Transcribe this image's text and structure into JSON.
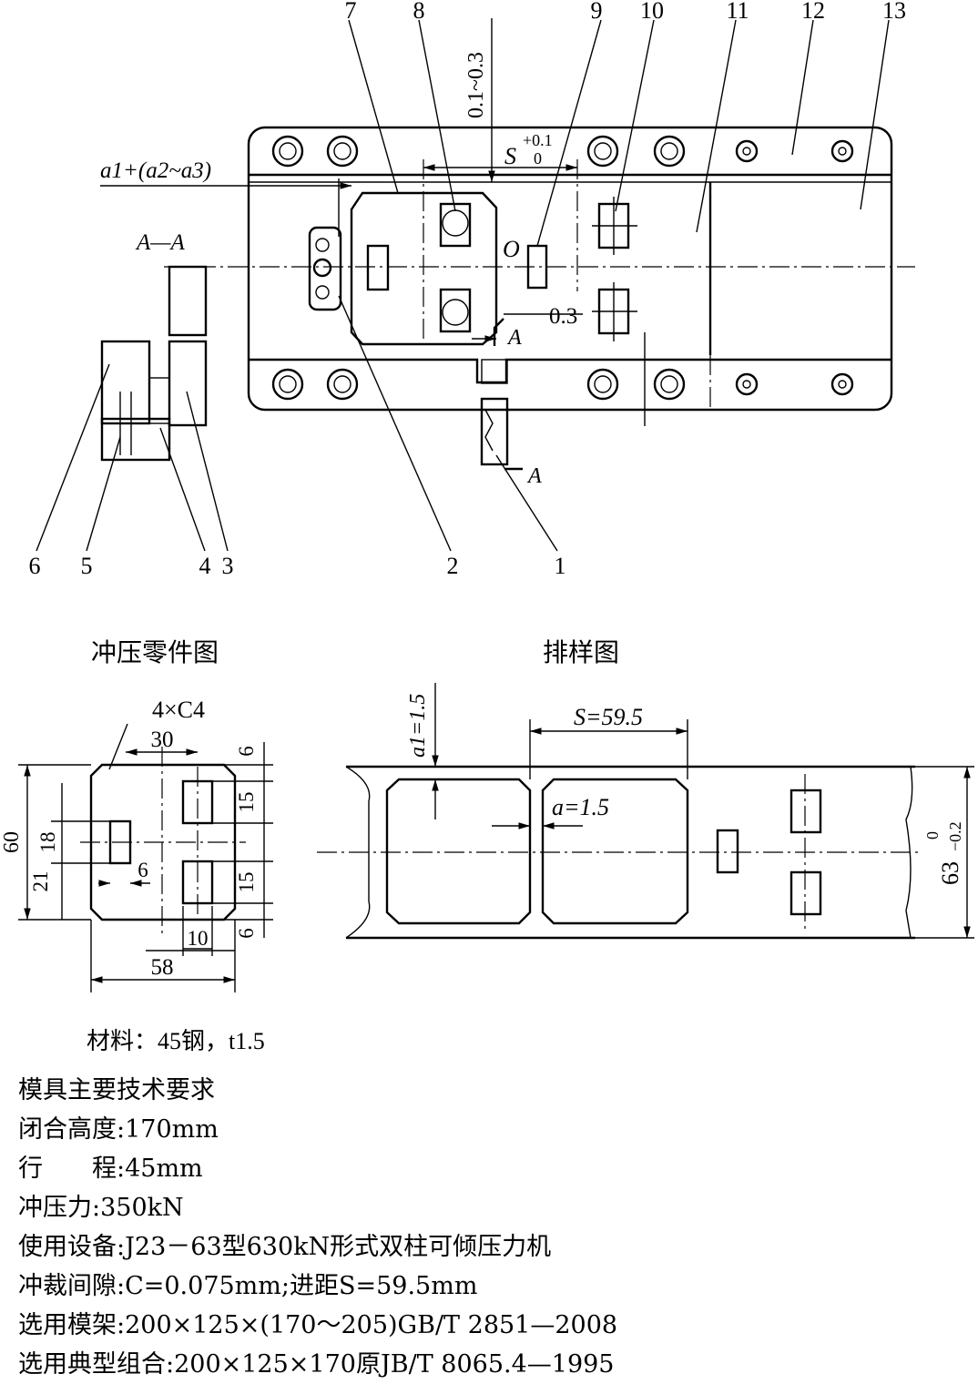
{
  "die_view": {
    "part_numbers": [
      "7",
      "8",
      "9",
      "10",
      "11",
      "12",
      "13",
      "6",
      "5",
      "4",
      "3",
      "2",
      "1"
    ],
    "dim_gap": "0.1~0.3",
    "dim_step": "S",
    "dim_step_upper": "+0.1",
    "dim_step_lower": "0",
    "dim_margin": "a1+(a2~a3)",
    "section_label": "A—A",
    "origin_label": "O",
    "dim_offset": "0.3",
    "section_mark": "A"
  },
  "part_drawing": {
    "title": "冲压零件图",
    "chamfer": "4×C4",
    "dims": [
      "30",
      "6",
      "15",
      "15",
      "6",
      "60",
      "18",
      "21",
      "6",
      "10",
      "58"
    ],
    "material": "材料：45钢，t1.5"
  },
  "strip_layout": {
    "title": "排样图",
    "a1": "a1=1.5",
    "pitch": "S=59.5",
    "a": "a=1.5",
    "width_nominal": "63",
    "width_upper": "0",
    "width_lower": "−0.2"
  },
  "requirements": {
    "heading": "模具主要技术要求",
    "lines": [
      "闭合高度:170mm",
      "行　　程:45mm",
      "冲压力:350kN",
      "使用设备:J23－63型630kN形式双柱可倾压力机",
      "冲裁间隙:C=0.075mm;进距S=59.5mm",
      "选用模架:200×125×(170～205)GB/T 2851—2008",
      "选用典型组合:200×125×170原JB/T 8065.4—1995"
    ]
  }
}
